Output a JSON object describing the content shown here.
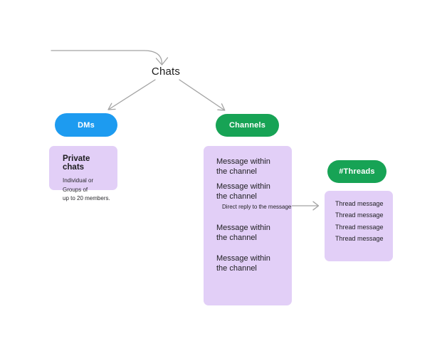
{
  "root": {
    "label": "Chats"
  },
  "colors": {
    "blue": "#1d9bf0",
    "green": "#17a355",
    "lavender": "#e2cff7",
    "arrow": "#a3a3a3",
    "text": "#222222"
  },
  "dms": {
    "pill": "DMs",
    "card_title": "Private chats",
    "card_body": "Individual or Groups of\nup to 20 members."
  },
  "channels": {
    "pill": "Channels",
    "messages": [
      "Message within\nthe channel",
      "Message within\nthe channel",
      "Message within\nthe channel",
      "Message within\nthe channel"
    ],
    "reply_note": "Direct reply to the message"
  },
  "threads": {
    "pill": "#Threads",
    "messages": [
      "Thread message",
      "Thread message",
      "Thread message",
      "Thread message"
    ]
  }
}
